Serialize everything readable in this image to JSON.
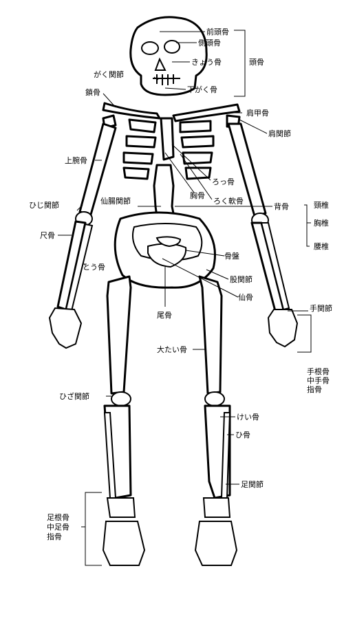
{
  "labels": {
    "frontal_bone": "前頭骨",
    "parietal_bone": "側頭骨",
    "nasal_bone": "きょう骨",
    "skull": "頭骨",
    "tmj": "がく関節",
    "mandible": "下がく骨",
    "clavicle": "鎖骨",
    "scapula": "肩甲骨",
    "shoulder_joint": "肩関節",
    "humerus": "上腕骨",
    "rib": "ろっ骨",
    "sternum": "胸骨",
    "costal_cartilage": "ろく軟骨",
    "sacroiliac_joint": "仙腸関節",
    "spine": "背骨",
    "cervical": "頸椎",
    "thoracic": "胸椎",
    "lumbar": "腰椎",
    "elbow_joint": "ひじ関節",
    "ulna": "尺骨",
    "radius": "とう骨",
    "pelvis": "骨盤",
    "hip_joint": "股関節",
    "sacrum": "仙骨",
    "coccyx": "尾骨",
    "wrist_joint": "手関節",
    "carpals": "手根骨",
    "metacarpals": "中手骨",
    "phalanges_hand": "指骨",
    "femur": "大たい骨",
    "knee_joint": "ひざ関節",
    "tibia": "けい骨",
    "fibula": "ひ骨",
    "ankle_joint": "足関節",
    "tarsals": "足根骨",
    "metatarsals": "中足骨",
    "phalanges_foot": "指骨"
  }
}
